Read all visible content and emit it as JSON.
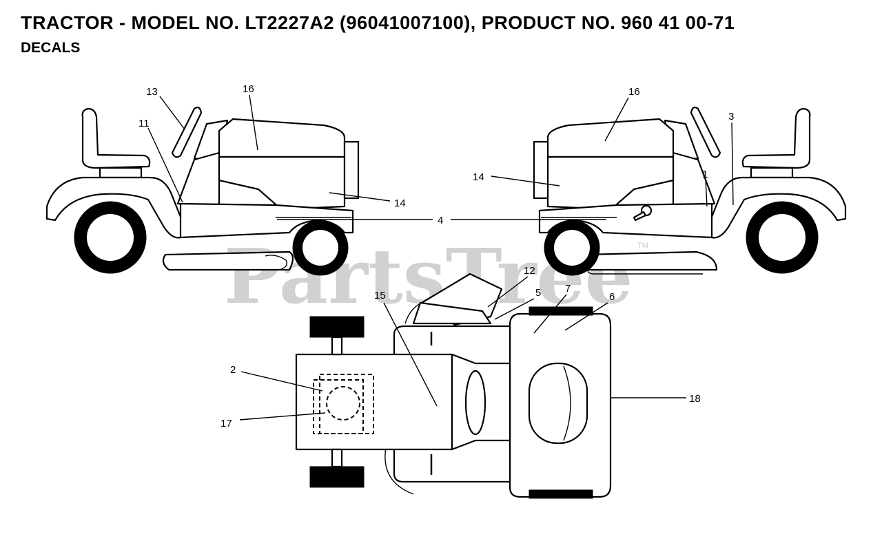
{
  "header": {
    "title": "TRACTOR - MODEL NO. LT2227A2 (96041007100), PRODUCT NO. 960 41 00-71",
    "subtitle": "DECALS"
  },
  "watermark": {
    "text": "PartsTree",
    "tm": "TM"
  },
  "callouts": {
    "c1": "1",
    "c2": "2",
    "c3": "3",
    "c4": "4",
    "c5": "5",
    "c6": "6",
    "c7": "7",
    "c11": "11",
    "c12": "12",
    "c13": "13",
    "c14a": "14",
    "c14b": "14",
    "c15": "15",
    "c16a": "16",
    "c16b": "16",
    "c17": "17",
    "c18": "18"
  }
}
